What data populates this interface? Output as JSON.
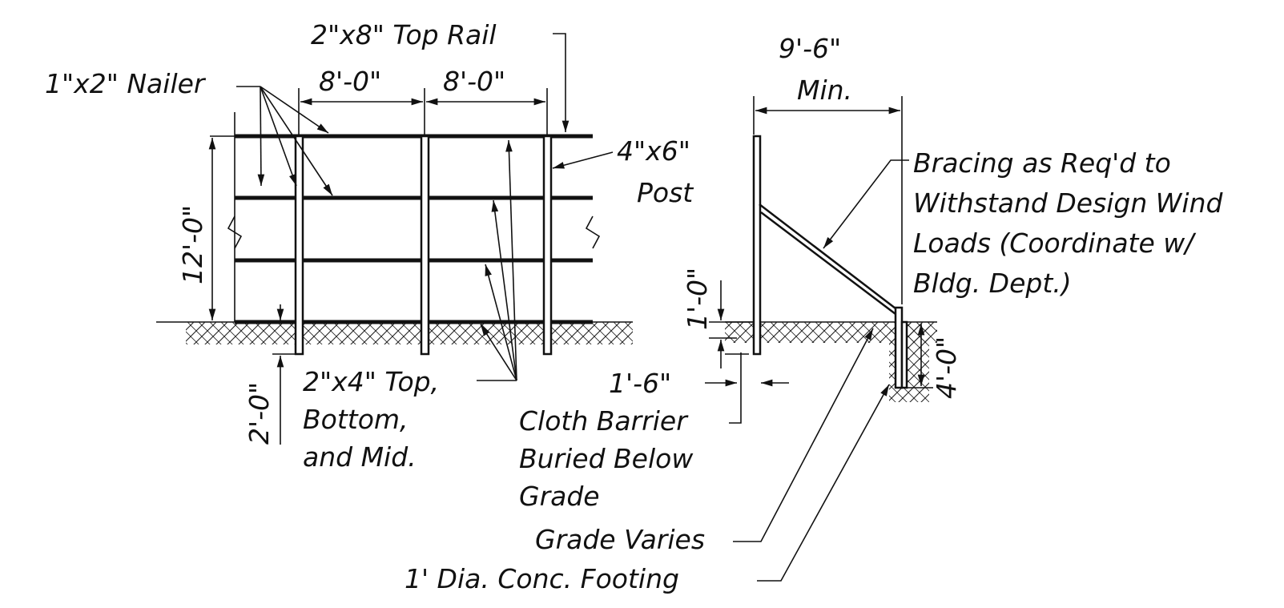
{
  "elevation": {
    "top_rail": "2\"x8\" Top Rail",
    "nailer": "1\"x2\" Nailer",
    "spacing_left": "8'-0\"",
    "spacing_right": "8'-0\"",
    "post_line1": "4\"x6\"",
    "post_line2": "Post",
    "height": "12'-0\"",
    "embed": "2'-0\"",
    "rails_line1": "2\"x4\" Top,",
    "rails_line2": "Bottom,",
    "rails_line3": "and Mid."
  },
  "section": {
    "width_line1": "9'-6\"",
    "width_line2": "Min.",
    "bracing_line1": "Bracing as Req'd to",
    "bracing_line2": "Withstand Design Wind",
    "bracing_line3": "Loads (Coordinate w/",
    "bracing_line4": "Bldg. Dept.)",
    "clearance": "1'-0\"",
    "cloth_depth": "1'-6\"",
    "footing_depth": "4'-0\"",
    "cloth_line1": "Cloth Barrier",
    "cloth_line2": "Buried Below",
    "cloth_line3": "Grade",
    "grade": "Grade Varies",
    "footing": "1' Dia. Conc. Footing"
  }
}
